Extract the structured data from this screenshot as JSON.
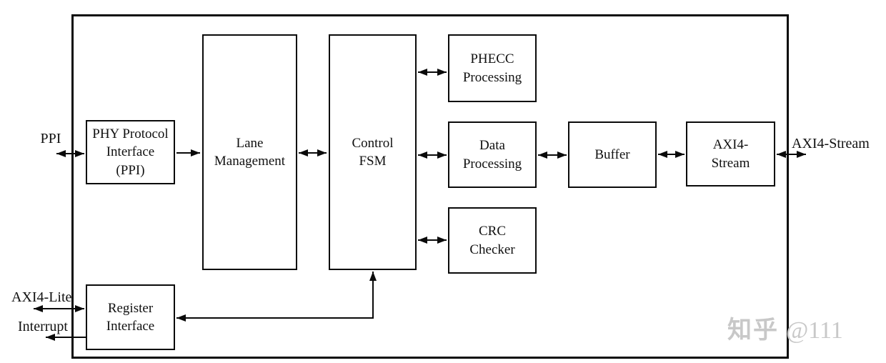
{
  "diagram": {
    "blocks": {
      "phy": {
        "label": "PHY Protocol\nInterface\n(PPI)"
      },
      "lane": {
        "label": "Lane\nManagement"
      },
      "fsm": {
        "label": "Control\nFSM"
      },
      "phecc": {
        "label": "PHECC\nProcessing"
      },
      "data": {
        "label": "Data\nProcessing"
      },
      "crc": {
        "label": "CRC\nChecker"
      },
      "buffer": {
        "label": "Buffer"
      },
      "axis": {
        "label": "AXI4-\nStream"
      },
      "reg": {
        "label": "Register\nInterface"
      }
    },
    "external_labels": {
      "ppi": "PPI",
      "axi4_stream": "AXI4-Stream",
      "axi4_lite": "AXI4-Lite",
      "interrupt": "Interrupt"
    },
    "connections": [
      {
        "from": "PPI (external)",
        "to": "PHY Protocol Interface (PPI)",
        "direction": "bidirectional"
      },
      {
        "from": "PHY Protocol Interface (PPI)",
        "to": "Lane Management",
        "direction": "unidirectional"
      },
      {
        "from": "Lane Management",
        "to": "Control FSM",
        "direction": "bidirectional"
      },
      {
        "from": "Control FSM",
        "to": "PHECC Processing",
        "direction": "bidirectional"
      },
      {
        "from": "Control FSM",
        "to": "Data Processing",
        "direction": "bidirectional"
      },
      {
        "from": "Control FSM",
        "to": "CRC Checker",
        "direction": "bidirectional"
      },
      {
        "from": "Data Processing",
        "to": "Buffer",
        "direction": "bidirectional"
      },
      {
        "from": "Buffer",
        "to": "AXI4-Stream",
        "direction": "bidirectional"
      },
      {
        "from": "AXI4-Stream",
        "to": "AXI4-Stream (external)",
        "direction": "bidirectional"
      },
      {
        "from": "AXI4-Lite (external)",
        "to": "Register Interface",
        "direction": "bidirectional"
      },
      {
        "from": "Register Interface",
        "to": "Interrupt (external)",
        "direction": "unidirectional"
      },
      {
        "from": "Control FSM",
        "to": "Register Interface",
        "direction": "bidirectional"
      }
    ],
    "colors": {
      "line": "#0a0a0a",
      "background": "#ffffff",
      "watermark": "#c8c8c8"
    },
    "watermark": {
      "site": "知乎",
      "user": "@111"
    }
  }
}
